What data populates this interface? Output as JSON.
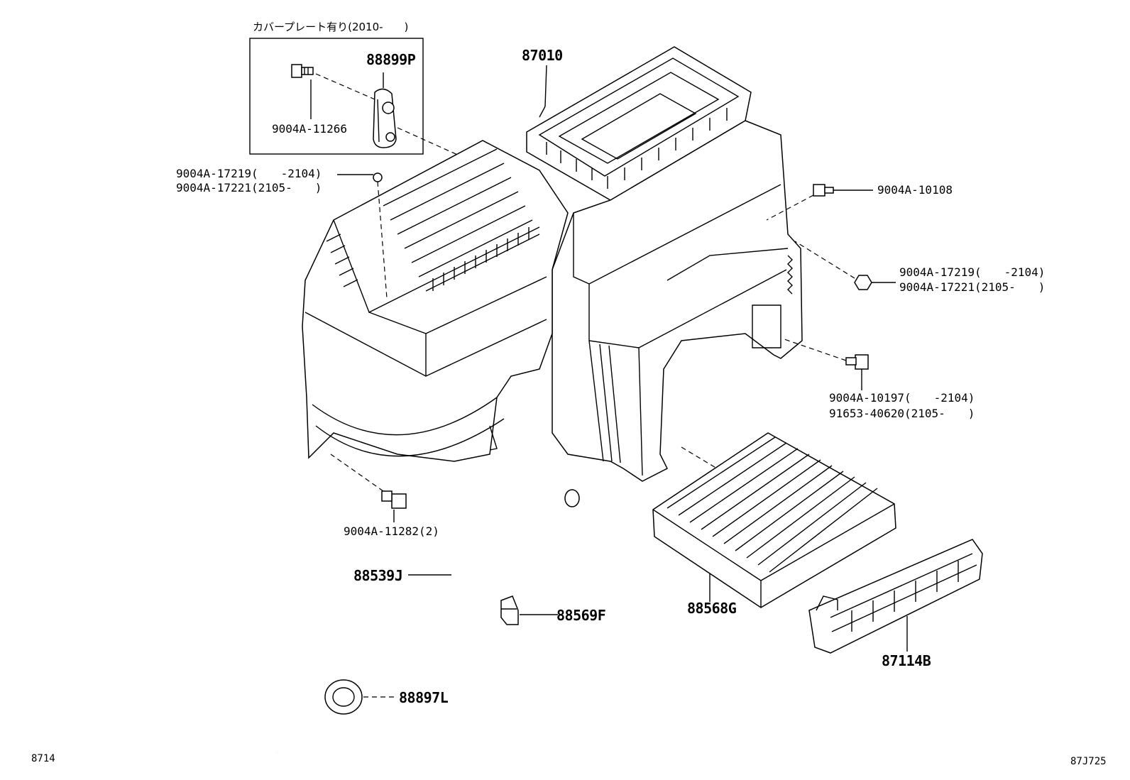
{
  "cover_plate": {
    "caption": "カバープレート有り(2010-　　)"
  },
  "labels": {
    "p88899P": "88899P",
    "p9004A_11266": "9004A-11266",
    "p87010": "87010",
    "p9004A_17219_left": "9004A-17219(　　-2104)",
    "p9004A_17221_left": "9004A-17221(2105-　　)",
    "p9004A_10108": "9004A-10108",
    "p9004A_17219_right": "9004A-17219(　　-2104)",
    "p9004A_17221_right": "9004A-17221(2105-　　)",
    "p9004A_10197": "9004A-10197(　　-2104)",
    "p91653_40620": "91653-40620(2105-　　)",
    "p9004A_11282": "9004A-11282(2)",
    "p88539J": "88539J",
    "p88569F": "88569F",
    "p88568G": "88568G",
    "p87114B": "87114B",
    "p88897L": "88897L"
  },
  "footer": {
    "left_code": "8714",
    "right_code": "87J725"
  }
}
